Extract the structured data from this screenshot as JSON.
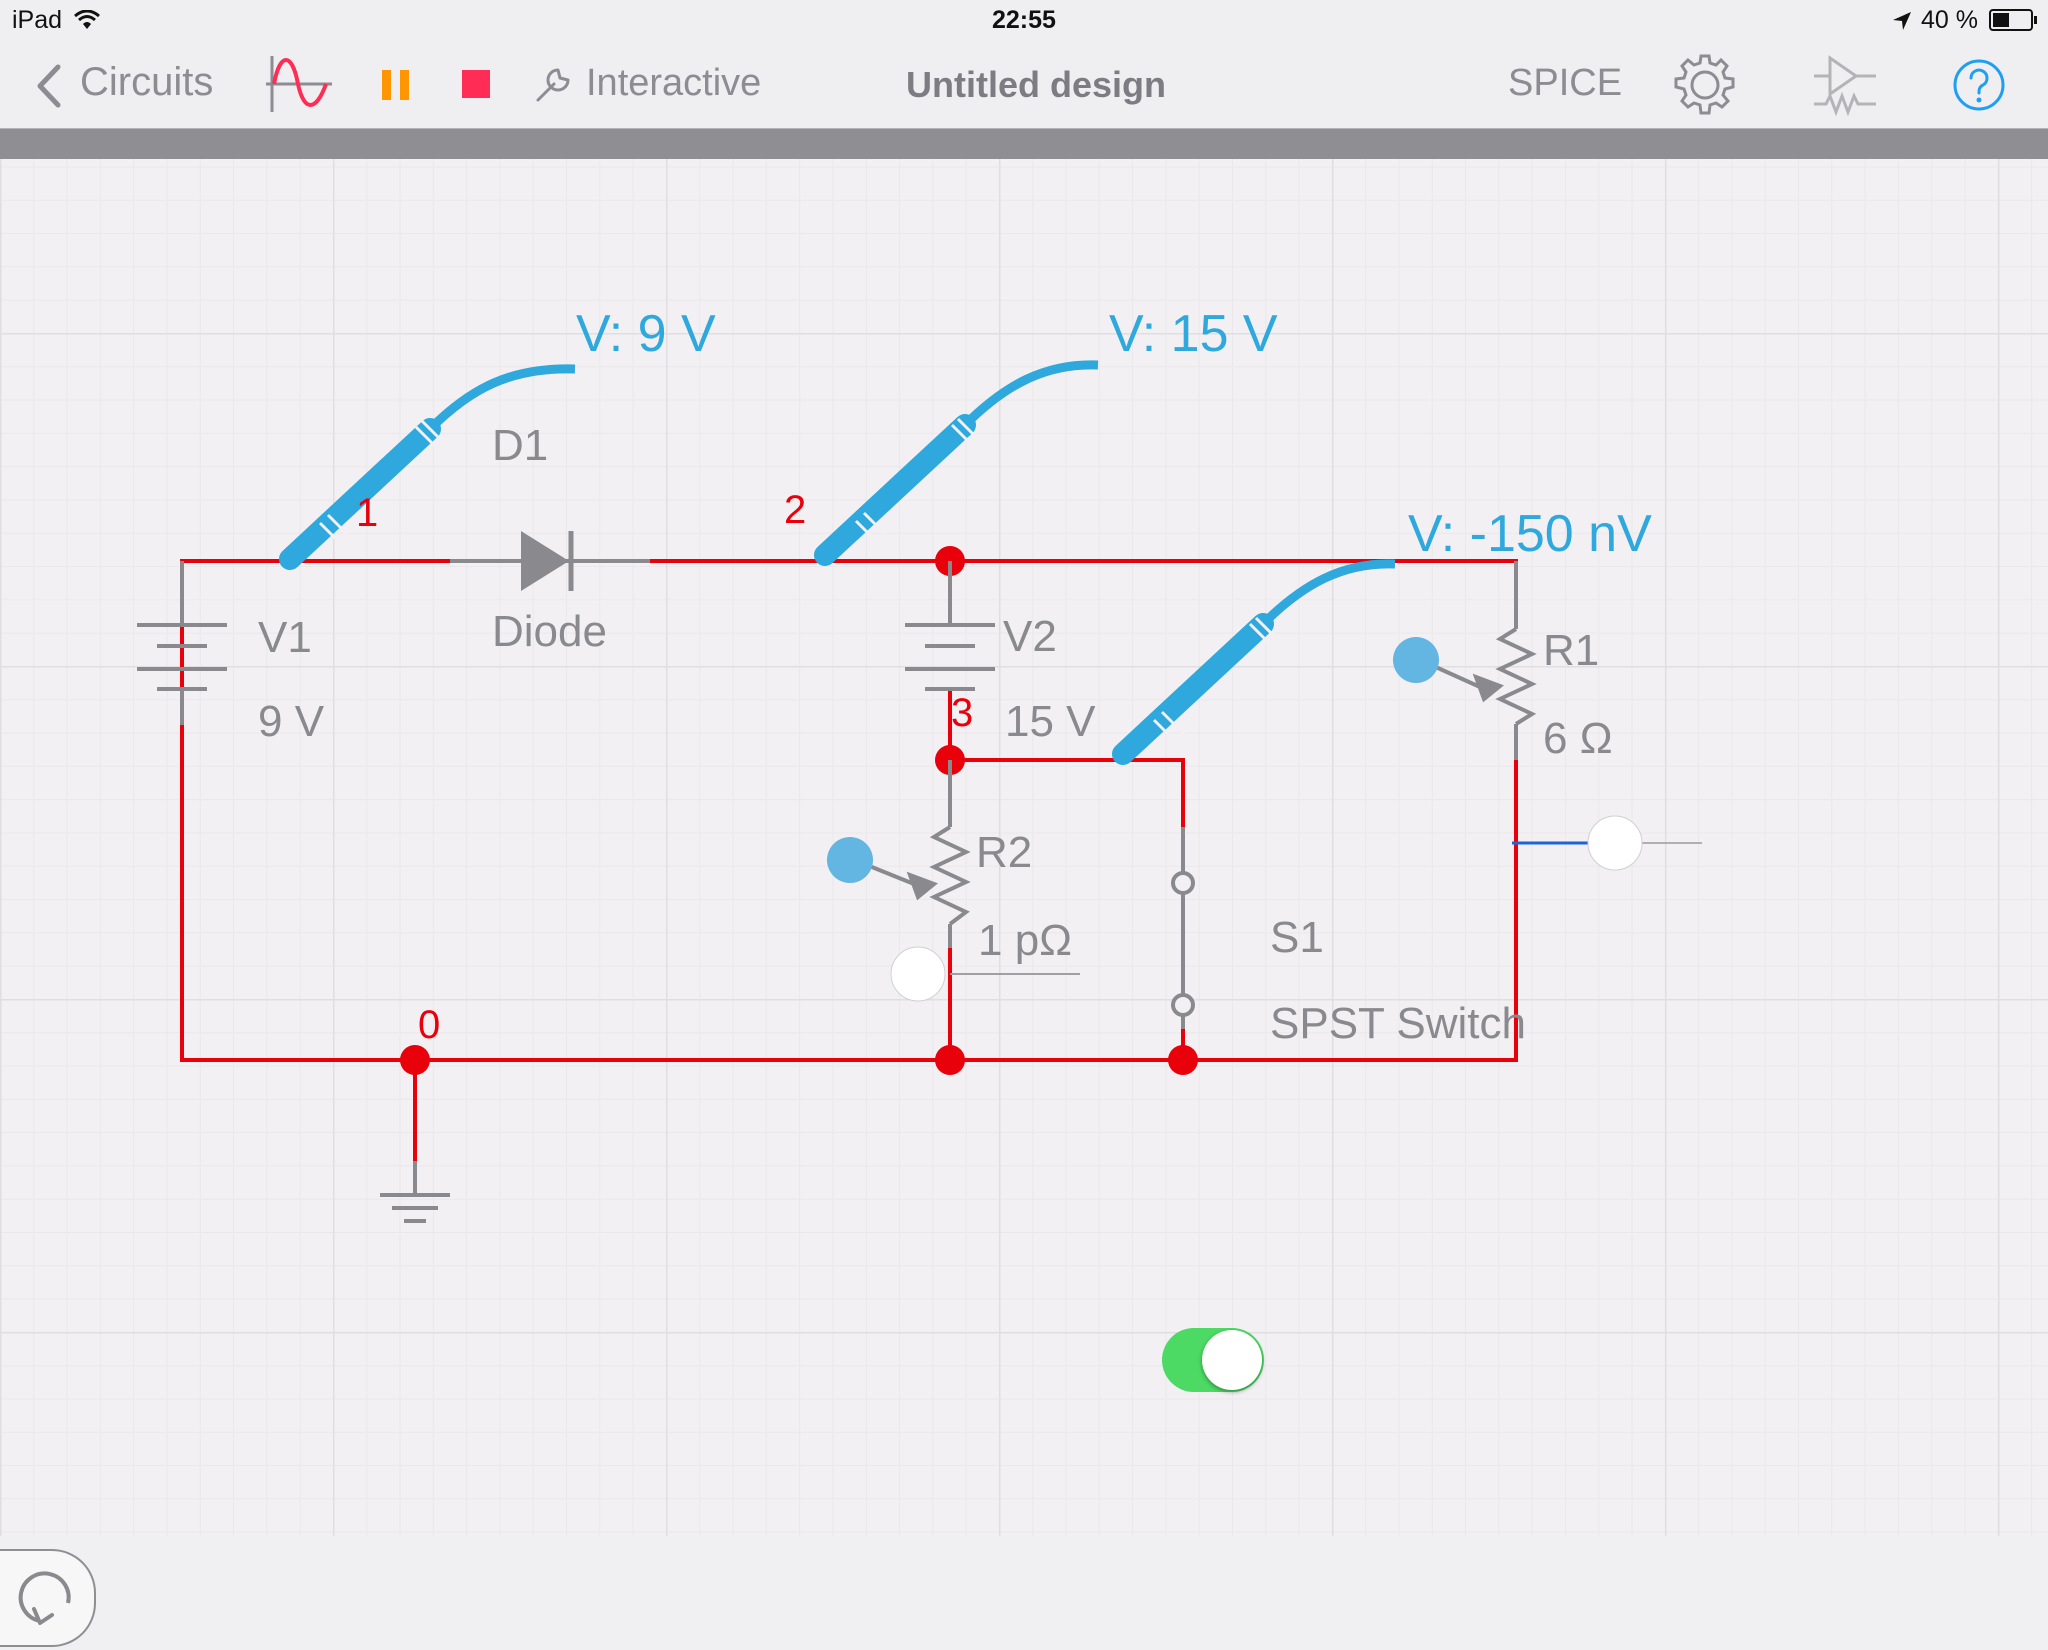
{
  "status_bar": {
    "device": "iPad",
    "time": "22:55",
    "battery": "40 %",
    "icons": [
      "wifi-icon",
      "location-arrow-icon",
      "battery-icon"
    ]
  },
  "toolbar": {
    "back_label": "Circuits",
    "mode_label": "Interactive",
    "title": "Untitled design",
    "spice_label": "SPICE",
    "icons": [
      "chevron-left-icon",
      "waveform-icon",
      "pause-icon",
      "stop-icon",
      "wrench-icon",
      "gear-icon",
      "component-library-icon",
      "help-icon"
    ],
    "colors": {
      "pause": "#ff9500",
      "stop": "#ff2d55",
      "help": "#1e9ff2",
      "text": "#8c8c92"
    }
  },
  "circuit": {
    "wire_color": "#e8000b",
    "component_color": "#8a8a8e",
    "probe_color": "#2ea8dd",
    "components": {
      "v1": {
        "name": "V1",
        "value": "9 V"
      },
      "d1": {
        "name": "D1",
        "value": "Diode"
      },
      "v2": {
        "name": "V2",
        "value": "15 V"
      },
      "r1": {
        "name": "R1",
        "value": "6 Ω"
      },
      "r2": {
        "name": "R2",
        "value": "1 pΩ"
      },
      "s1": {
        "name": "S1",
        "value": "SPST Switch"
      }
    },
    "nodes": [
      "0",
      "1",
      "2",
      "3"
    ],
    "probes": [
      "V: 9 V",
      "V: 15 V",
      "V: -150 nV"
    ],
    "switch_on": true
  }
}
